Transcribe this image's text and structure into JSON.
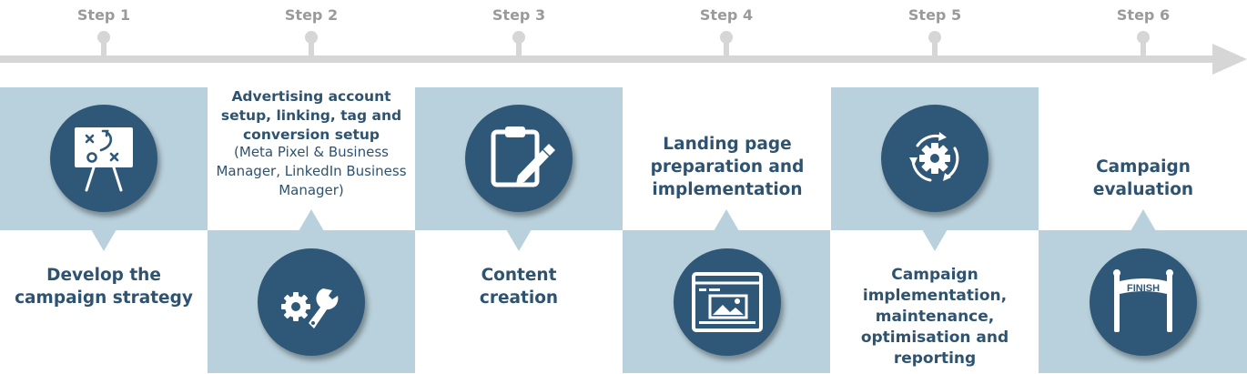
{
  "steps": [
    {
      "label": "Step 1",
      "title": "Develop the campaign strategy",
      "icon": "strategy-board-icon"
    },
    {
      "label": "Step 2",
      "title": "Advertising account setup, linking, tag and conversion setup",
      "detail": "(Meta Pixel & Business Manager, LinkedIn Business Manager)",
      "icon": "gear-wrench-icon"
    },
    {
      "label": "Step 3",
      "title": "Content creation",
      "icon": "clipboard-pencil-icon"
    },
    {
      "label": "Step 4",
      "title": "Landing page preparation and implementation",
      "icon": "webpage-icon"
    },
    {
      "label": "Step 5",
      "title": "Campaign implementation, maintenance, optimisation and reporting",
      "icon": "gear-cycle-icon"
    },
    {
      "label": "Step 6",
      "title": "Campaign evaluation",
      "icon": "finish-banner-icon",
      "banner_text": "FINISH"
    }
  ],
  "colors": {
    "panel": "#b9d1dc",
    "circle": "#2f5878",
    "text": "#2e5370",
    "timeline": "#d6d6d6",
    "step_label": "#9a9a9a"
  }
}
